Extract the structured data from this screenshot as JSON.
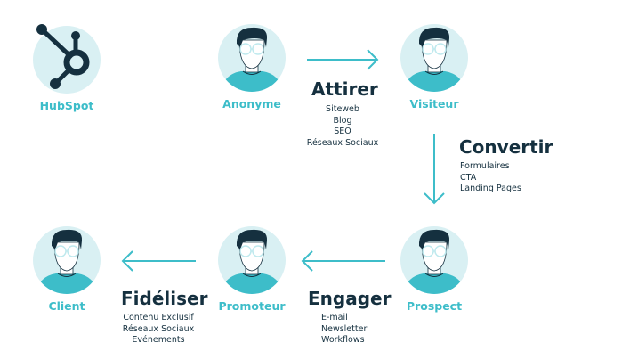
{
  "colors": {
    "accent": "#3dbdc9",
    "circle": "#d9f0f3",
    "dark": "#15303f"
  },
  "nodes": {
    "hubspot": {
      "label": "HubSpot",
      "icon": "hubspot-logo"
    },
    "anonyme": {
      "label": "Anonyme"
    },
    "visiteur": {
      "label": "Visiteur"
    },
    "prospect": {
      "label": "Prospect"
    },
    "promoteur": {
      "label": "Promoteur"
    },
    "client": {
      "label": "Client"
    }
  },
  "stages": {
    "attirer": {
      "title": "Attirer",
      "items": [
        "Siteweb",
        "Blog",
        "SEO",
        "Réseaux Sociaux"
      ]
    },
    "convertir": {
      "title": "Convertir",
      "items": [
        "Formulaires",
        "CTA",
        "Landing Pages"
      ]
    },
    "engager": {
      "title": "Engager",
      "items": [
        "E-mail",
        "Newsletter",
        "Workflows"
      ]
    },
    "fideliser": {
      "title": "Fidéliser",
      "items": [
        "Contenu Exclusif",
        "Réseaux Sociaux",
        "Evénements"
      ]
    }
  }
}
